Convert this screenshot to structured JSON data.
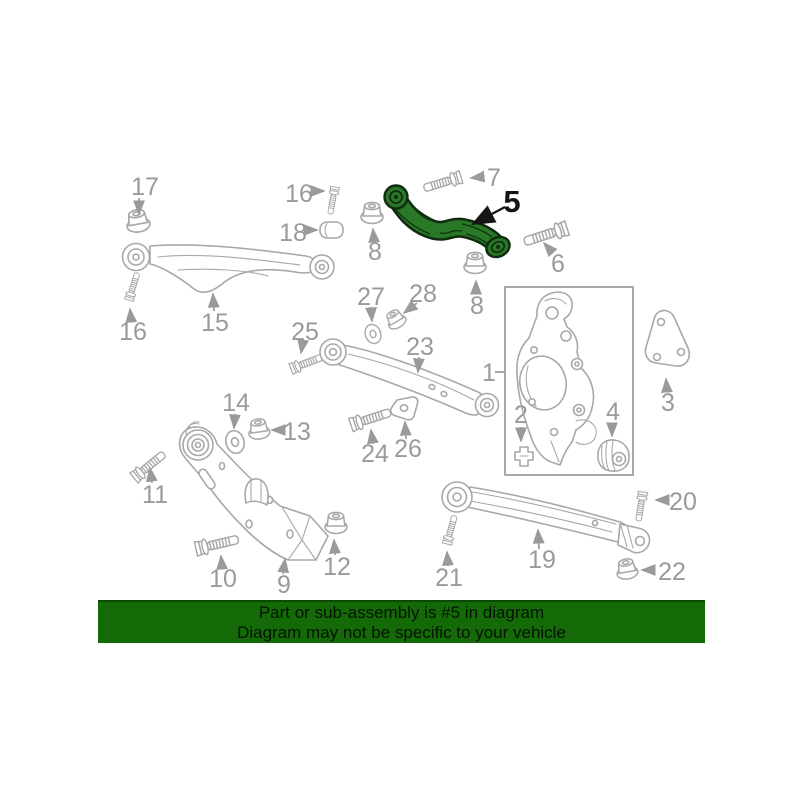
{
  "diagram": {
    "type": "exploded-parts-diagram",
    "subject": "rear suspension components",
    "highlighted_callout": "5",
    "colors": {
      "highlight_green": "#287828",
      "banner_green": "#156a08",
      "line_gray": "#a8a8a8",
      "label_gray": "#9a9a9a"
    },
    "callouts": {
      "c17": {
        "label": "17",
        "part": "flange-nut"
      },
      "c16a": {
        "label": "16",
        "part": "bolt"
      },
      "c18": {
        "label": "18",
        "part": "sleeve"
      },
      "c8a": {
        "label": "8",
        "part": "flange-nut"
      },
      "c7": {
        "label": "7",
        "part": "bolt"
      },
      "c5": {
        "label": "5",
        "part": "upper-control-arm-highlighted"
      },
      "c6": {
        "label": "6",
        "part": "bolt"
      },
      "c8b": {
        "label": "8",
        "part": "flange-nut"
      },
      "c15": {
        "label": "15",
        "part": "control-arm"
      },
      "c16b": {
        "label": "16",
        "part": "bolt"
      },
      "c27": {
        "label": "27",
        "part": "washer"
      },
      "c28": {
        "label": "28",
        "part": "flange-nut"
      },
      "c25": {
        "label": "25",
        "part": "bolt"
      },
      "c23": {
        "label": "23",
        "part": "lateral-arm"
      },
      "c1": {
        "label": "1",
        "part": "steering-knuckle"
      },
      "c2": {
        "label": "2",
        "part": "bracket"
      },
      "c4": {
        "label": "4",
        "part": "bushing"
      },
      "c3": {
        "label": "3",
        "part": "mounting-plate"
      },
      "c14": {
        "label": "14",
        "part": "washer"
      },
      "c13": {
        "label": "13",
        "part": "flange-nut"
      },
      "c24": {
        "label": "24",
        "part": "bolt"
      },
      "c26": {
        "label": "26",
        "part": "plate-washer"
      },
      "c11": {
        "label": "11",
        "part": "bolt"
      },
      "c10": {
        "label": "10",
        "part": "bolt"
      },
      "c9": {
        "label": "9",
        "part": "lower-control-arm"
      },
      "c12": {
        "label": "12",
        "part": "flange-nut"
      },
      "c21": {
        "label": "21",
        "part": "bolt"
      },
      "c19": {
        "label": "19",
        "part": "link-rod"
      },
      "c20": {
        "label": "20",
        "part": "bolt"
      },
      "c22": {
        "label": "22",
        "part": "flange-nut"
      }
    },
    "banner": {
      "line1": "Part or sub-assembly is #5 in diagram",
      "line2": "Diagram may not be specific to your vehicle"
    }
  }
}
